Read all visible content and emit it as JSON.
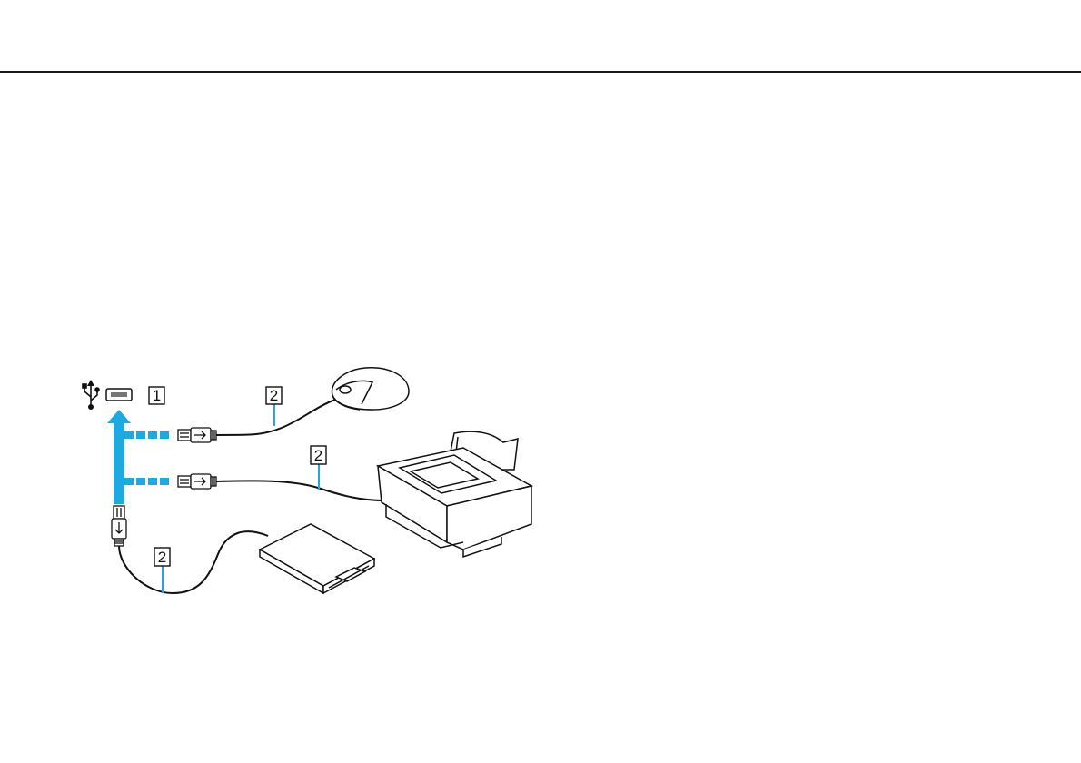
{
  "diagram": {
    "callouts": {
      "port": "1",
      "mouse_cable": "2",
      "printer_cable": "2",
      "drive_cable": "2"
    },
    "icons": [
      "usb-symbol-icon",
      "usb-port-icon",
      "usb-plug-icon",
      "mouse-icon",
      "printer-icon",
      "floppy-drive-icon"
    ],
    "colors": {
      "arrow": "#1ea9e1",
      "line": "#111111",
      "background": "#ffffff"
    }
  }
}
